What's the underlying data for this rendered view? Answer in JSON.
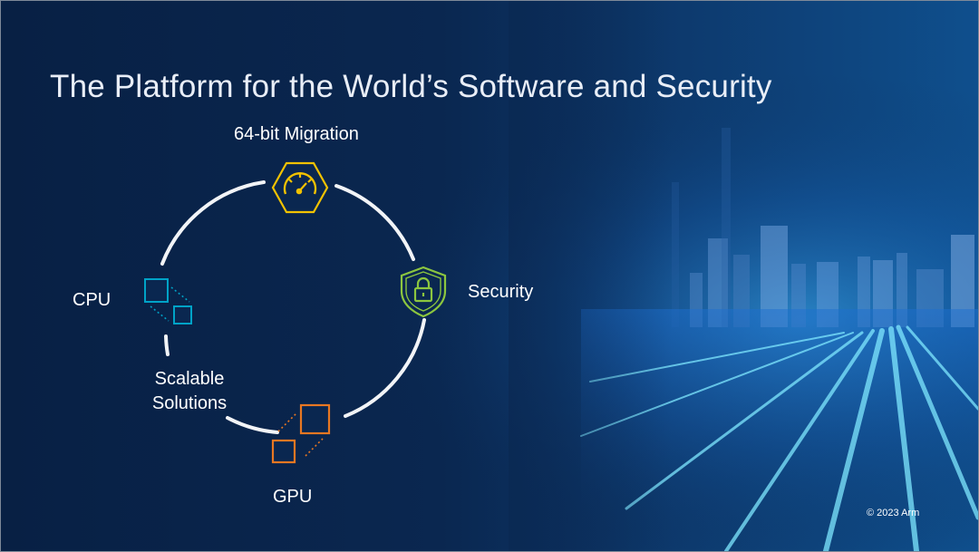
{
  "slide": {
    "title": "The Platform for the World’s Software and Security",
    "copyright": "© 2023 Arm"
  },
  "diagram": {
    "nodes": [
      {
        "label": "64-bit Migration",
        "icon": "speedometer-hexagon-icon",
        "color": "#f2c200"
      },
      {
        "label": "Security",
        "icon": "lock-shield-icon",
        "color": "#8cc63f"
      },
      {
        "label": "GPU",
        "icon": "gpu-squares-icon",
        "color": "#e87722"
      },
      {
        "label": "Scalable Solutions",
        "icon": "",
        "color": "#ffffff"
      },
      {
        "label": "CPU",
        "icon": "cpu-squares-icon",
        "color": "#00a3c7"
      }
    ]
  },
  "colors": {
    "background": "#0a2750",
    "ring": "#f2f4f7",
    "accent_yellow": "#f2c200",
    "accent_green": "#8cc63f",
    "accent_orange": "#e87722",
    "accent_cyan": "#00a3c7"
  }
}
